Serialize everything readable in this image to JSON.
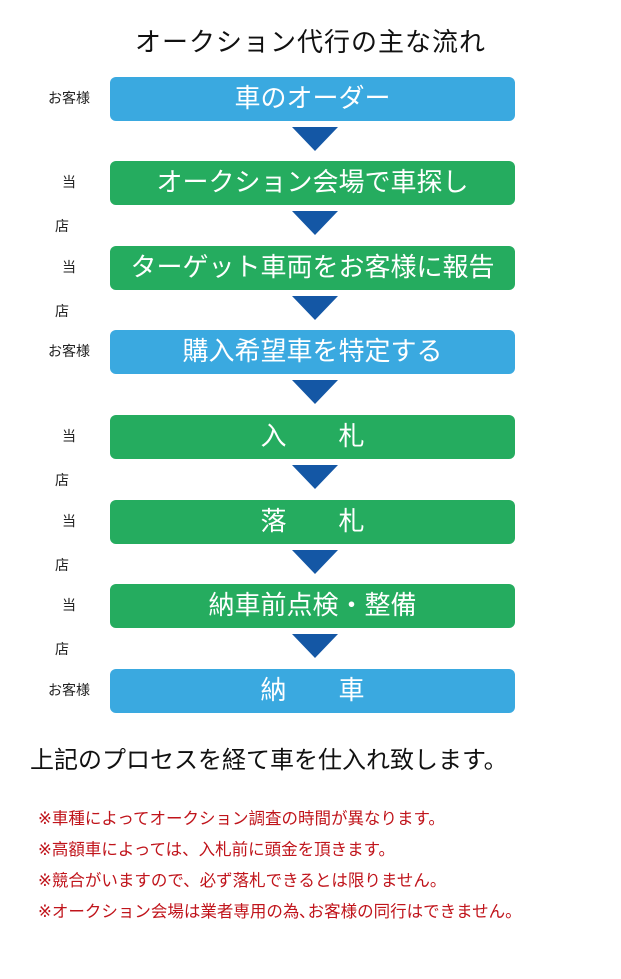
{
  "title": "オークション代行の主な流れ",
  "colors": {
    "customer_step": "#3aa9e0",
    "shop_step": "#25ac5f",
    "arrow": "#1457a5",
    "note_text": "#c0141b"
  },
  "steps": [
    {
      "actor": "お客様",
      "label": "車のオーダー",
      "color": "blue"
    },
    {
      "actor": "当店",
      "label": "オークション会場で車探し",
      "color": "green"
    },
    {
      "actor": "当店",
      "label": "ターゲット車両をお客様に報告",
      "color": "green"
    },
    {
      "actor": "お客様",
      "label": "購入希望車を特定する",
      "color": "blue"
    },
    {
      "actor": "当店",
      "label": "入　　札",
      "color": "green"
    },
    {
      "actor": "当店",
      "label": "落　　札",
      "color": "green"
    },
    {
      "actor": "当店",
      "label": "納車前点検・整備",
      "color": "green"
    },
    {
      "actor": "お客様",
      "label": "納　　車",
      "color": "blue"
    }
  ],
  "summary": "上記のプロセスを経て車を仕入れ致します。",
  "notes": [
    "※車種によってオークション調査の時間が異なります。",
    "※高額車によっては、入札前に頭金を頂きます。",
    "※競合がいますので、必ず落札できるとは限りません。",
    "※オークション会場は業者専用の為､お客様の同行はできません。"
  ]
}
